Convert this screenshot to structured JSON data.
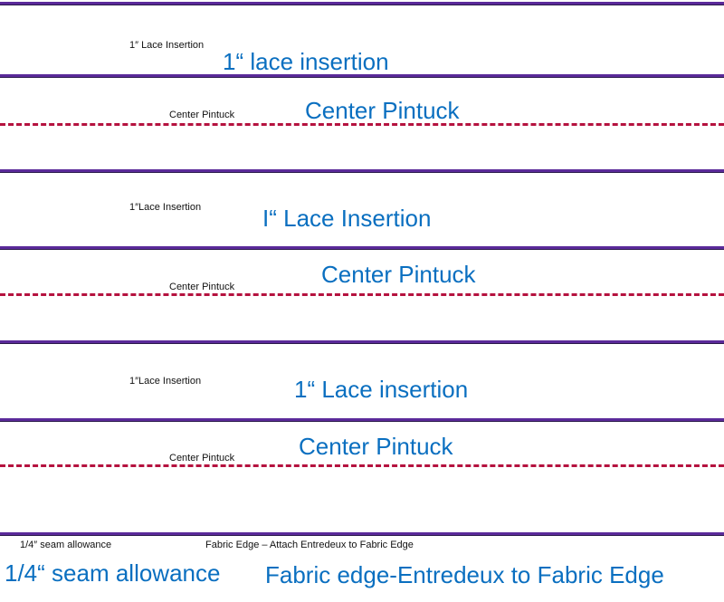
{
  "colors": {
    "stitch_line": "#5b2a9a",
    "pintuck_line": "#b5123f",
    "large_label": "#0a6fc0",
    "small_label": "#111111"
  },
  "sections": [
    {
      "small": "1″ Lace Insertion",
      "big": "1“ lace insertion"
    },
    {
      "small": "Center Pintuck",
      "big": "Center Pintuck"
    },
    {
      "small": "1″Lace Insertion",
      "big": "I“ Lace Insertion"
    },
    {
      "small": "Center Pintuck",
      "big": "Center Pintuck"
    },
    {
      "small": "1″Lace Insertion",
      "big": "1“ Lace insertion"
    },
    {
      "small": "Center Pintuck",
      "big": "Center Pintuck"
    }
  ],
  "bottom": {
    "seam_small": "1/4″ seam allowance",
    "edge_small": "Fabric Edge – Attach Entredeux to Fabric Edge",
    "seam_big": "1/4“ seam allowance",
    "edge_big": "Fabric edge-Entredeux to Fabric Edge"
  }
}
